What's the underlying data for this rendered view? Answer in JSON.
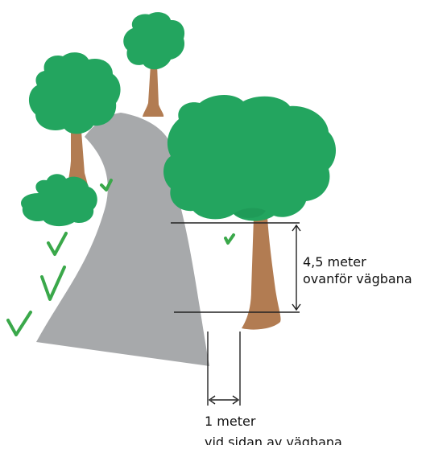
{
  "labels": {
    "height_value": "4,5 meter",
    "height_desc": "ovanför vägbana",
    "side_value": "1 meter",
    "side_desc": "vid sidan av vägbana"
  },
  "colors": {
    "road": "#a7a9ab",
    "foliage": "#23a55f",
    "foliage_dark": "#1b8a4d",
    "trunk": "#b27c52",
    "grass_tick": "#3aa84a",
    "measure_line": "#222222"
  }
}
